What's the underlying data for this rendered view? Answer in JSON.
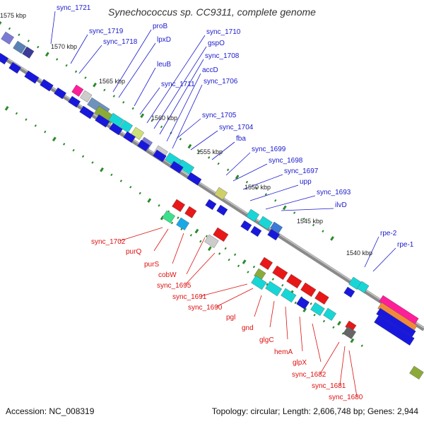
{
  "title": "Synechococcus sp. CC9311, complete genome",
  "footer": {
    "accession": "Accession: NC_008319",
    "topology": "Topology: circular; Length: 2,606,748 bp; Genes: 2,944"
  },
  "colors": {
    "forward_label": "#1a1acc",
    "reverse_label": "#dd1111",
    "backbone": "#8c8c8c",
    "tick": "#2a8a2a"
  },
  "kbp_labels": [
    "1575 kbp",
    "1570 kbp",
    "1565 kbp",
    "1560 kbp",
    "1555 kbp",
    "1550 kbp",
    "1545 kbp",
    "1540 kbp"
  ],
  "forward_genes": [
    "sync_1721",
    "sync_1719",
    "sync_1718",
    "proB",
    "lpxD",
    "leuB",
    "sync_1711",
    "sync_1710",
    "gspO",
    "sync_1708",
    "accD",
    "sync_1706",
    "sync_1705",
    "sync_1704",
    "fba",
    "sync_1699",
    "sync_1698",
    "sync_1697",
    "upp",
    "sync_1693",
    "ilvD",
    "rpe-2",
    "rpe-1"
  ],
  "reverse_genes": [
    "sync_1702",
    "purQ",
    "purS",
    "cobW",
    "sync_1695",
    "sync_1691",
    "sync_1690",
    "pgl",
    "gnd",
    "glgC",
    "hemA",
    "glpX",
    "sync_1682",
    "sync_1681",
    "sync_1680"
  ]
}
